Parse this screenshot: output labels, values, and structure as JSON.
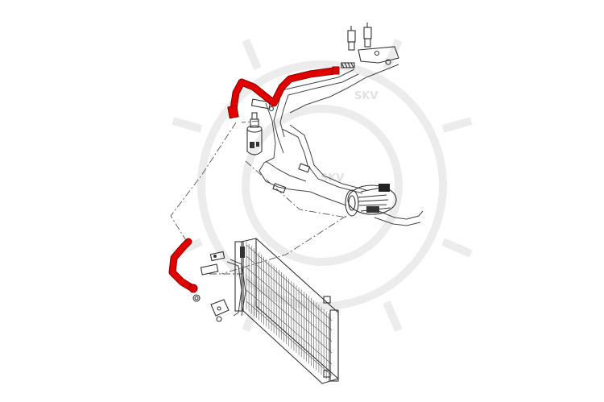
{
  "watermark": {
    "text_1": "SKV",
    "text_2": "SKV",
    "color": "#e6e6e6"
  },
  "colors": {
    "highlighted_hose": "#e00000",
    "line_art": "#333333",
    "background": "#ffffff"
  },
  "parts": {
    "upper_hose": "highlighted",
    "lower_hose": "highlighted"
  }
}
